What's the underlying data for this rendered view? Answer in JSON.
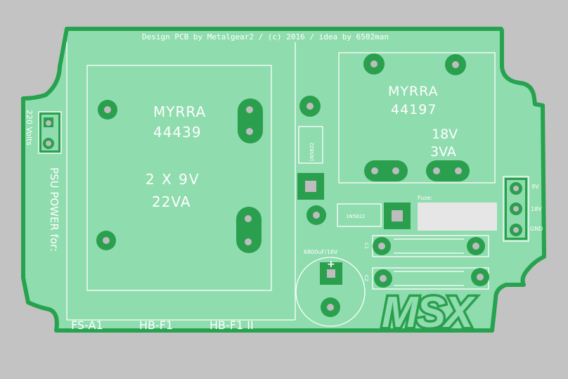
{
  "colors": {
    "background": "#c3c3c3",
    "board_fill": "#8fdcae",
    "board_edge": "#27a24f",
    "copper": "#2a9f4d",
    "drill": "#bdbdbd",
    "silkscreen": "#ffffff",
    "fuse_box": "#e6e6e6"
  },
  "header": {
    "credit": "Design PCB by Metalgear2 / (c) 2016 / idea by 6502man"
  },
  "transformer_left": {
    "brand": "MYRRA",
    "model": "44439",
    "spec_voltage": "2 X 9V",
    "spec_power": "22VA"
  },
  "transformer_right": {
    "brand": "MYRRA",
    "model": "44197",
    "spec_voltage": "18V",
    "spec_power": "3VA"
  },
  "input": {
    "label": "220 Volts",
    "title": "PSU POWER for:"
  },
  "diodes": {
    "d1": "1N5822",
    "d2": "1N5822"
  },
  "fuse": {
    "label": "Fuse:"
  },
  "capacitor": {
    "label": "6800uF/16V",
    "plus": "+"
  },
  "capacitor_c1": {
    "label": "C1"
  },
  "capacitor_c2": {
    "label": "C2"
  },
  "output_pins": {
    "pin1": "9V",
    "pin2": "18V",
    "pin3": "GND"
  },
  "models": {
    "m1": "FS-A1",
    "m2": "HB-F1",
    "m3": "HB-F1 II"
  },
  "logo": {
    "text": "MSX"
  }
}
